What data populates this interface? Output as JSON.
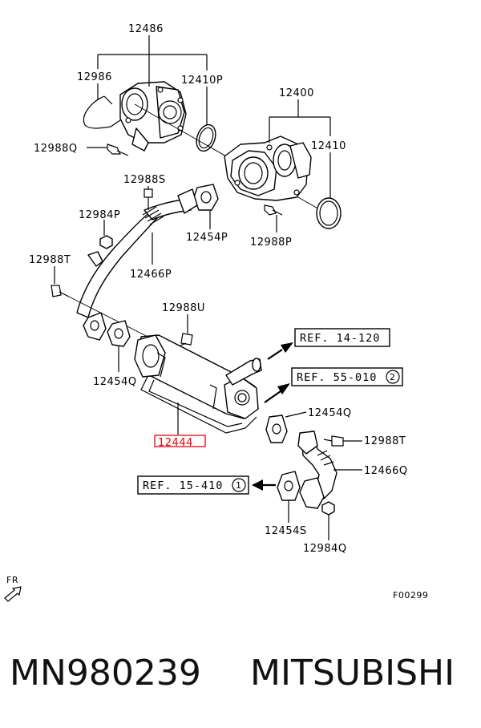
{
  "callouts": {
    "c12486": "12486",
    "c12986": "12986",
    "c12410P": "12410P",
    "c12400": "12400",
    "c12410": "12410",
    "c12988Q": "12988Q",
    "c12988S": "12988S",
    "c12984P": "12984P",
    "c12454P": "12454P",
    "c12988P": "12988P",
    "c12466P": "12466P",
    "c12988T_left": "12988T",
    "c12988U": "12988U",
    "c12454Q_left": "12454Q",
    "c12444": "12444",
    "c12454Q_right": "12454Q",
    "c12988T_right": "12988T",
    "c12466Q": "12466Q",
    "c12454S": "12454S",
    "c12984Q": "12984Q"
  },
  "refs": {
    "ref1": "REF. 14-120",
    "ref2": "REF. 55-010",
    "ref2_circle": "2",
    "ref3": "REF. 15-410",
    "ref3_circle": "1"
  },
  "orientation": {
    "label": "FR",
    "icon": "front-arrow-icon"
  },
  "figure_code": "F00299",
  "highlight_color": "#e60012",
  "footer": {
    "part_number": "MN980239",
    "brand": "MITSUBISHI"
  }
}
